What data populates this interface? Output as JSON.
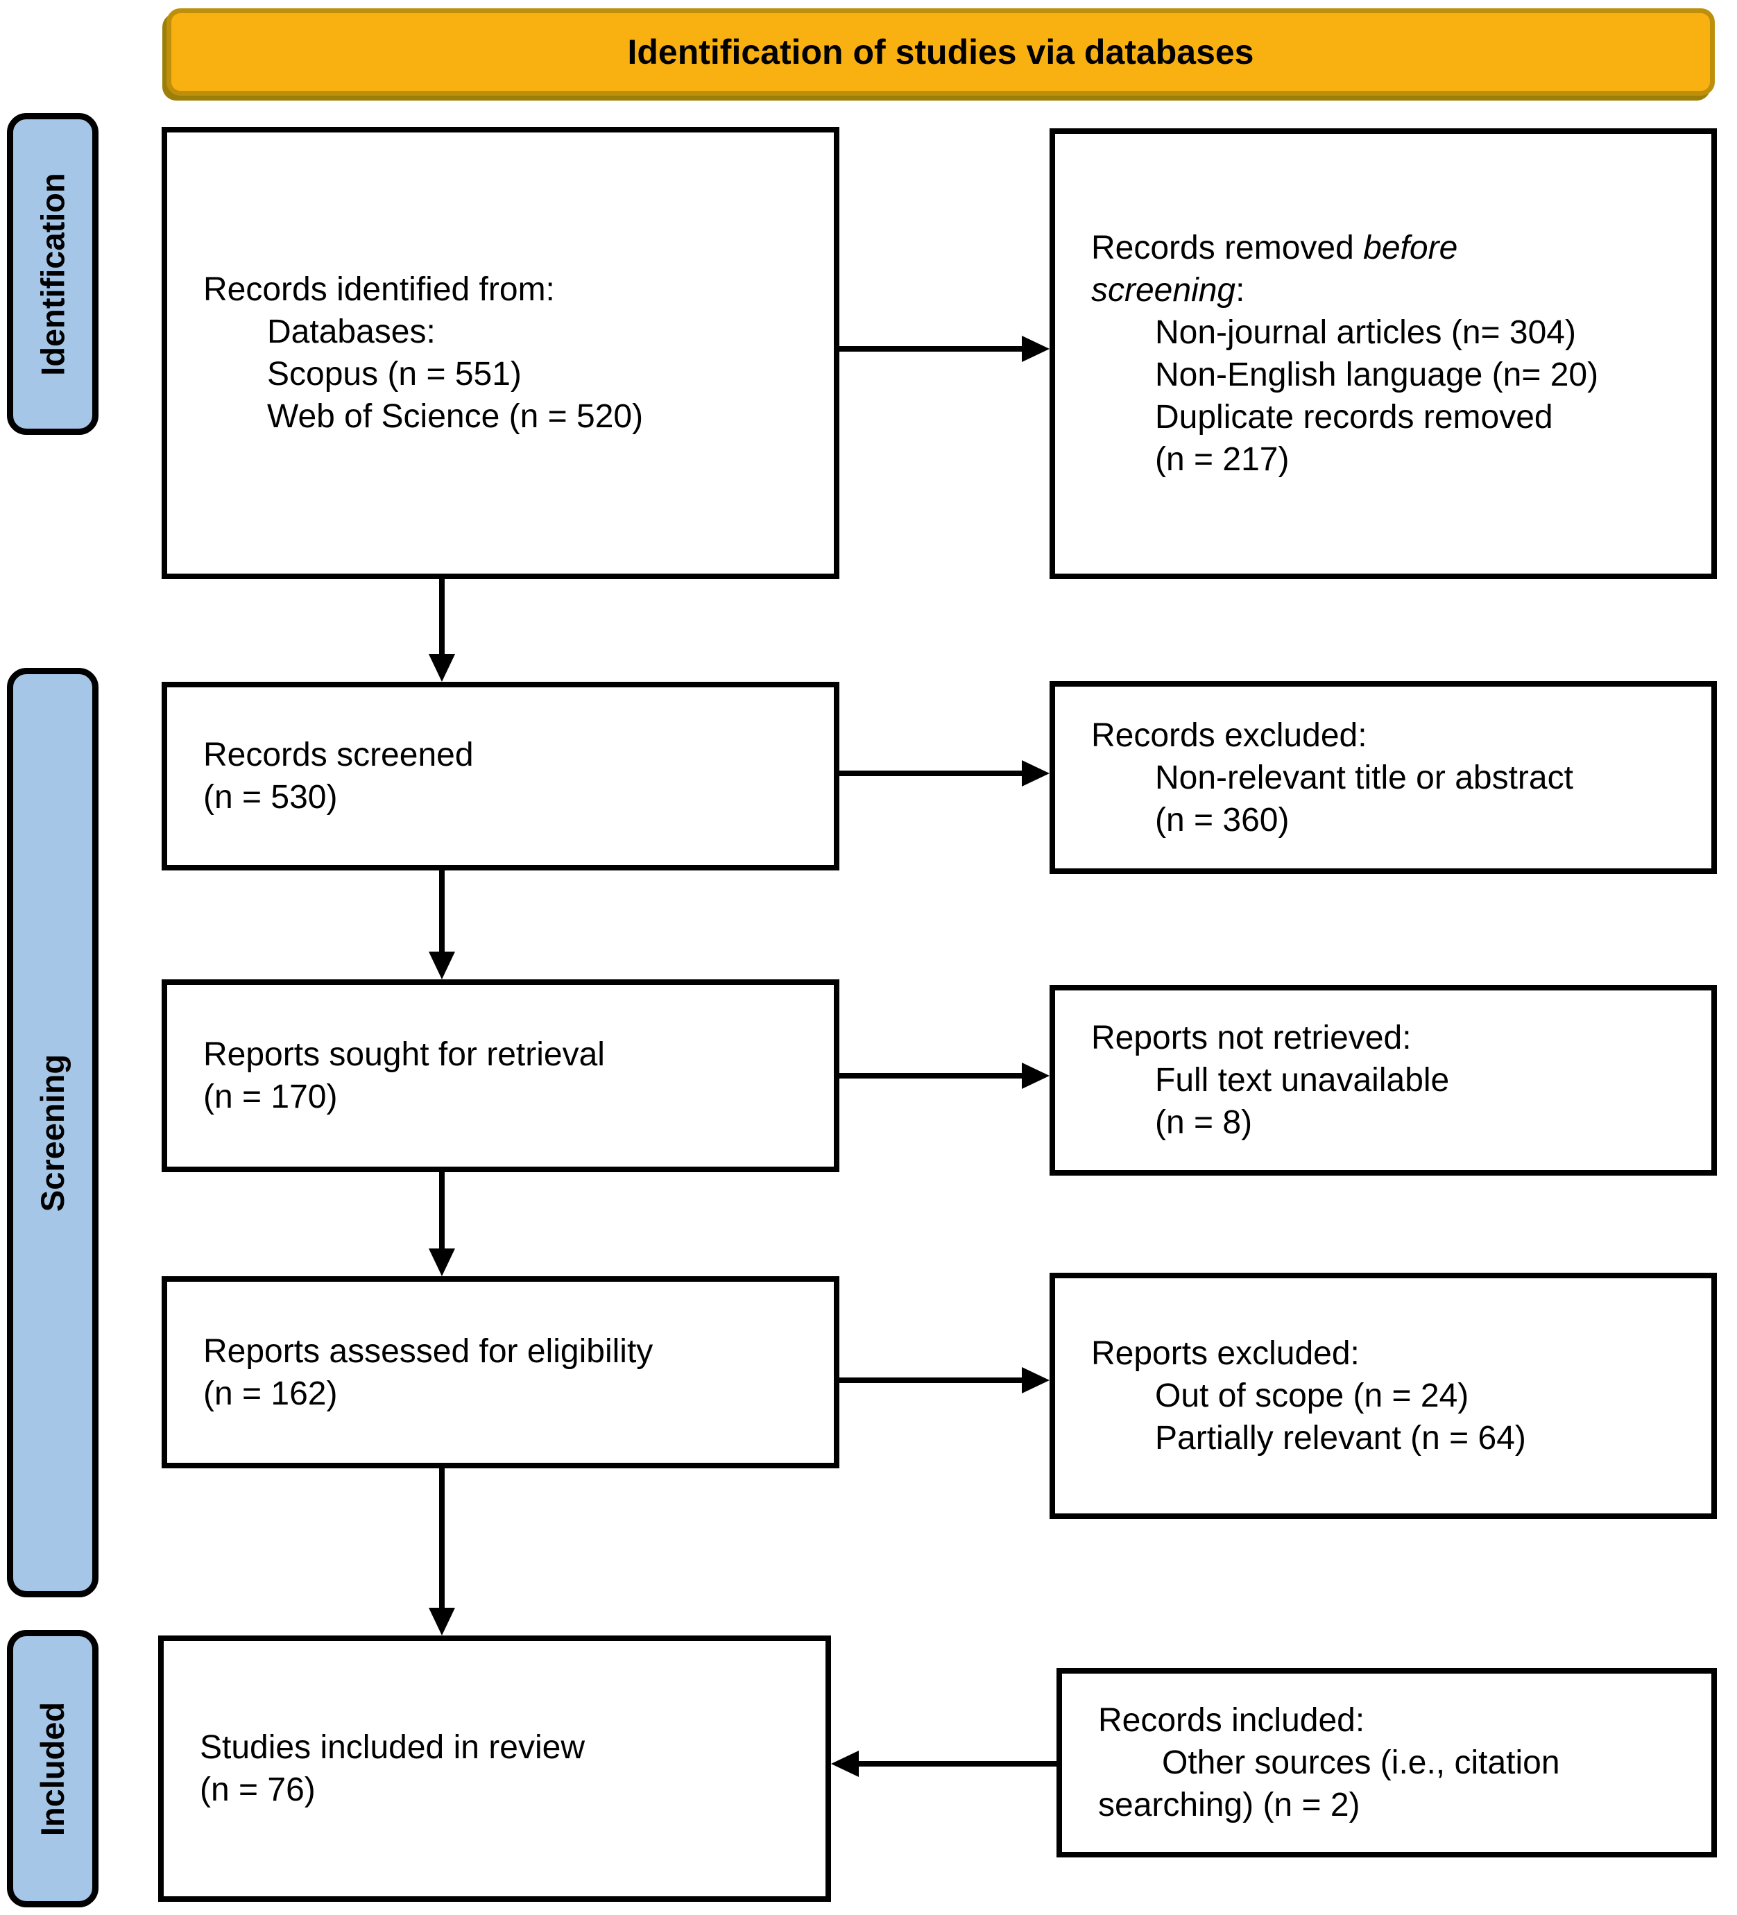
{
  "banner": {
    "title": "Identification of studies via databases"
  },
  "sidebar": {
    "identification": "Identification",
    "screening": "Screening",
    "included": "Included"
  },
  "flow": {
    "records_identified": {
      "lines": [
        "Records identified from:",
        "Databases:",
        "Scopus (n = 551)",
        "Web of Science (n = 520)"
      ]
    },
    "records_removed": {
      "head_normal": "Records removed ",
      "head_italic_1": "before",
      "head_italic_2": "screening",
      "head_tail": ":",
      "items": [
        "Non-journal articles (n= 304)",
        "Non-English language (n= 20)",
        "Duplicate records removed",
        "(n = 217)"
      ]
    },
    "records_screened": {
      "lines": [
        "Records screened",
        "(n = 530)"
      ]
    },
    "records_excluded": {
      "header": "Records excluded:",
      "items": [
        "Non-relevant title or abstract",
        "(n = 360)"
      ]
    },
    "reports_sought": {
      "lines": [
        "Reports sought for retrieval",
        "(n = 170)"
      ]
    },
    "reports_not_retrieved": {
      "header": "Reports not retrieved:",
      "items": [
        "Full text unavailable",
        "(n = 8)"
      ]
    },
    "reports_assessed": {
      "lines": [
        "Reports assessed for eligibility",
        "(n = 162)"
      ]
    },
    "reports_excluded": {
      "header": "Reports excluded:",
      "items": [
        "Out of scope (n = 24)",
        "Partially relevant (n = 64)"
      ]
    },
    "studies_included": {
      "lines": [
        "Studies included in review",
        "(n = 76)"
      ]
    },
    "records_included": {
      "header": "Records included:",
      "line_indented": "Other sources (i.e., citation",
      "line_wrapped": "searching) (n = 2)"
    }
  },
  "colors": {
    "banner_fill": "#F9B112",
    "banner_border": "#BD8F0A",
    "banner_shadow": "#9C7E08",
    "sidebar_fill": "#A5C6E6",
    "line_black": "#000000",
    "text": "#000000",
    "background": "#FFFFFF"
  }
}
